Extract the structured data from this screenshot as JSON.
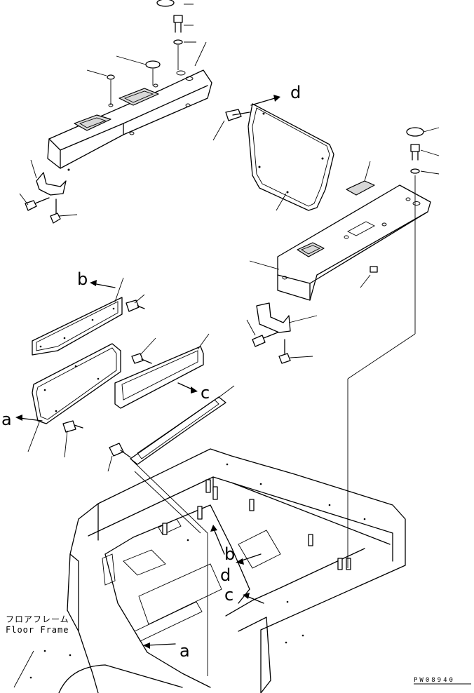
{
  "diagram": {
    "callouts": {
      "a_top": "a",
      "b_top": "b",
      "c_top": "c",
      "d_top": "d",
      "b_bottom": "b",
      "d_bottom": "d",
      "c_bottom": "c",
      "a_bottom": "a"
    },
    "floor_frame_label_jp": "フロアフレーム",
    "floor_frame_label_en": "Floor Frame",
    "drawing_code": "PW08940"
  }
}
